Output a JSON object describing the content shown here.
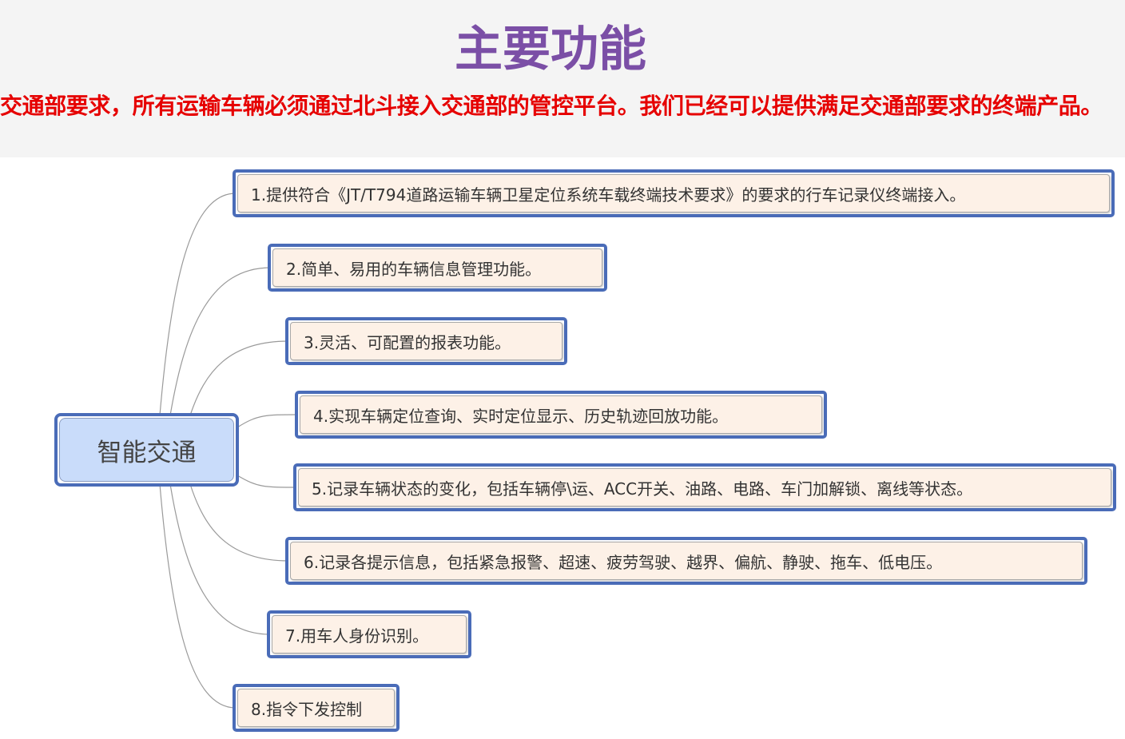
{
  "header": {
    "title": "主要功能",
    "subtitle": "交通部要求，所有运输车辆必须通过北斗接入交通部的管控平台。我们已经可以提供满足交通部要求的终端产品。"
  },
  "mindmap": {
    "center": "智能交通",
    "items": [
      {
        "label": "1.提供符合《JT/T794道路运输车辆卫星定位系统车载终端技术要求》的要求的行车记录仪终端接入。"
      },
      {
        "label": "2.简单、易用的车辆信息管理功能。"
      },
      {
        "label": "3.灵活、可配置的报表功能。"
      },
      {
        "label": "4.实现车辆定位查询、实时定位显示、历史轨迹回放功能。"
      },
      {
        "label": "5.记录车辆状态的变化，包括车辆停\\运、ACC开关、油路、电路、车门加解锁、离线等状态。"
      },
      {
        "label": "6.记录各提示信息，包括紧急报警、超速、疲劳驾驶、越界、偏航、静驶、拖车、低电压。"
      },
      {
        "label": "7.用车人身份识别。"
      },
      {
        "label": "8.指令下发控制"
      }
    ],
    "colors": {
      "border": "#4a6cb8",
      "node_fill": "#fdf1e7",
      "center_fill": "#c9dcfa",
      "title": "#7b4fa6",
      "subtitle": "#e60000"
    }
  }
}
